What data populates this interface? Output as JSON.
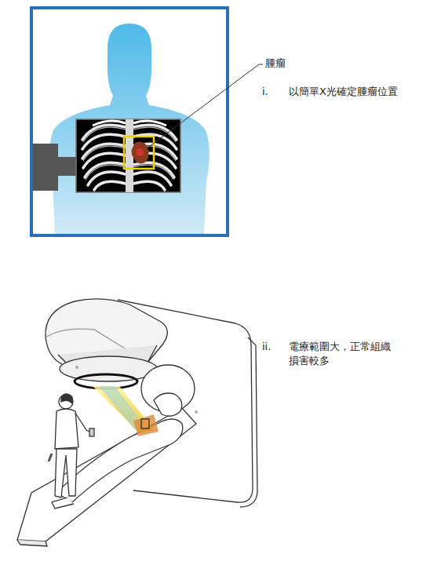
{
  "diagram": {
    "labels": [
      "腫瘤",
      "i.",
      "以簡單X光確定腫瘤位置",
      "ii.",
      "電療範圍大，正常組織 損害較多"
    ]
  }
}
